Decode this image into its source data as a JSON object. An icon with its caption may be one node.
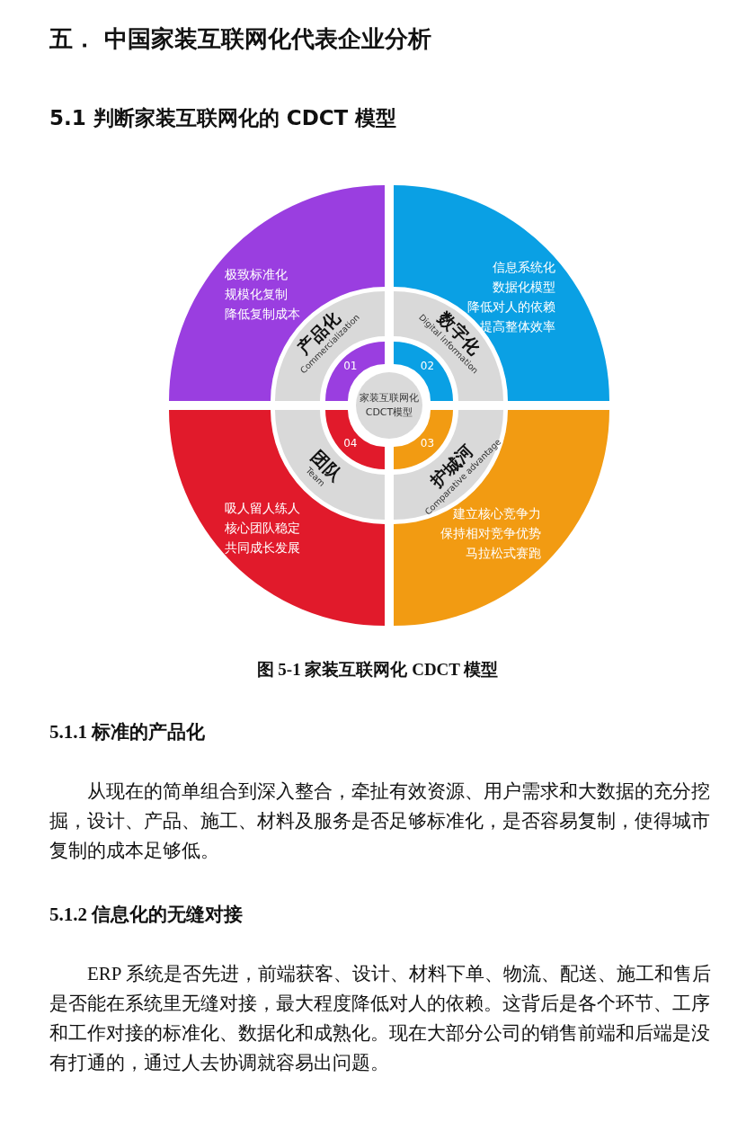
{
  "diagram": {
    "title": "五． 中国家装互联网化代表企业分析",
    "caption": "图 5-1 家装互联网化 CDCT 模型",
    "nodes": [
      {
        "text": [
          "极致标准化",
          "规模化复制",
          "降低复制成本"
        ]
      },
      {
        "text": [
          "产品化",
          "Commercialization"
        ]
      },
      {
        "text": [
          "01"
        ]
      },
      {
        "text": [
          "信息系统化",
          "数据化模型",
          "降低对人的依赖",
          "提高整体效率"
        ]
      },
      {
        "text": [
          "数字化",
          "Digital information"
        ]
      },
      {
        "text": [
          "02"
        ]
      },
      {
        "text": [
          "家装互联网化CDCT模型"
        ]
      },
      {
        "text": [
          "吸人留人练人",
          "核心团队稳定",
          "共同成长发展"
        ]
      },
      {
        "text": [
          "团队",
          "Team"
        ]
      },
      {
        "text": [
          "04"
        ]
      },
      {
        "text": [
          "建立核心竞争力",
          "保持相对竞争优势",
          "马拉松式赛跑"
        ]
      },
      {
        "text": [
          "护城河",
          "Comparative advantage"
        ]
      },
      {
        "text": [
          "03"
        ]
      }
    ],
    "edges": [],
    "labels": [
      "5.1 判断家装互联网化的 CDCT 模型",
      "5.1.1 标准的产品化",
      "从现在的简单组合到深入整合，牵扯有效资源、用户需求和大数据的充分挖掘，设计、产品、施工、材料及服务是否足够标准化，是否容易复制，使得城市复制的成本足够低。",
      "5.1.2 信息化的无缝对接",
      "ERP 系统是否先进，前端获客、设计、材料下单、物流、配送、施工和售后是否能在系统里无缝对接，最大程度降低对人的依赖。这背后是各个环节、工序和工作对接的标准化、数据化和成熟化。现在大部分公司的销售前端和后端是没有打通的，通过人去协调就容易出问题。"
    ]
  }
}
